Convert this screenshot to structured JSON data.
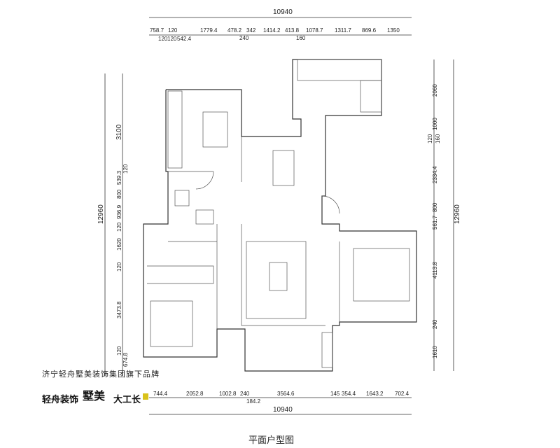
{
  "plan": {
    "title": "平面户型图",
    "brand_line": "济宁轻舟墅美装饰集团旗下品牌",
    "logos": [
      "轻舟装饰",
      "墅美",
      "大工长"
    ],
    "top": {
      "overall": "10940",
      "segments": [
        "758.7",
        "120",
        "120",
        "120",
        "542.4",
        "1779.4",
        "478.2",
        "240",
        "342",
        "1414.2",
        "413.8",
        "160",
        "1078.7",
        "1311.7",
        "869.6",
        "1350"
      ]
    },
    "bottom": {
      "overall": "10940",
      "segments": [
        "744.4",
        "2052.8",
        "1002.8",
        "240",
        "184.2",
        "3564.6",
        "145",
        "354.4",
        "1643.2",
        "702.4"
      ]
    },
    "left": {
      "overall": "12960",
      "segments": [
        "3100",
        "120",
        "539.3",
        "800",
        "936.9",
        "120",
        "1620",
        "120",
        "3473.8",
        "120",
        "674.8"
      ]
    },
    "right": {
      "overall": "12960",
      "segments": [
        "2060",
        "1000",
        "120",
        "160",
        "2334.4",
        "800",
        "561.7",
        "4113.8",
        "240",
        "1610"
      ]
    }
  }
}
